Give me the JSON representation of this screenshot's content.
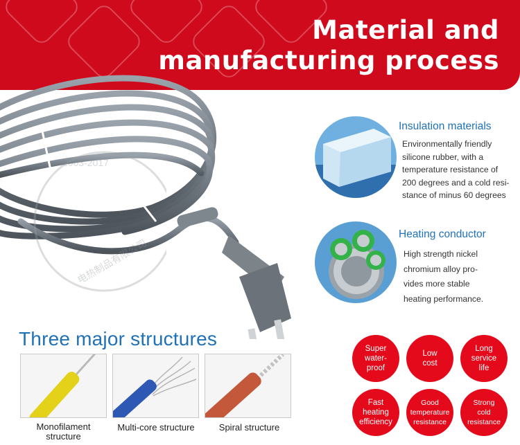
{
  "banner": {
    "title_line1": "Material and",
    "title_line2": "manufacturing process",
    "color": "#cf0a1c"
  },
  "watermark": {
    "years": "2003-2017",
    "company": "电热制品有限公司"
  },
  "materials": [
    {
      "title": "Insulation materials",
      "description": "Environmentally friendly\nsilicone rubber, with a\ntemperature resistance of\n200 degrees and a cold resi-\nstance of minus 60 degrees"
    },
    {
      "title": "Heating conductor",
      "description": "High strength nickel\nchromium alloy pro-\nvides more stable\nheating performance."
    }
  ],
  "structures": {
    "title": "Three major structures",
    "items": [
      {
        "label": "Monofilament\nstructure"
      },
      {
        "label": "Multi-core structure"
      },
      {
        "label": "Spiral structure"
      }
    ]
  },
  "features": [
    "Super\nwater-\nproof",
    "Low\ncost",
    "Long\nservice\nlife",
    "Fast\nheating\nefficiency",
    "Good\ntemperature\nresistance",
    "Strong\ncold\nresistance"
  ],
  "colors": {
    "accent_blue": "#1f71b8",
    "feature_red": "#e40a1b"
  }
}
